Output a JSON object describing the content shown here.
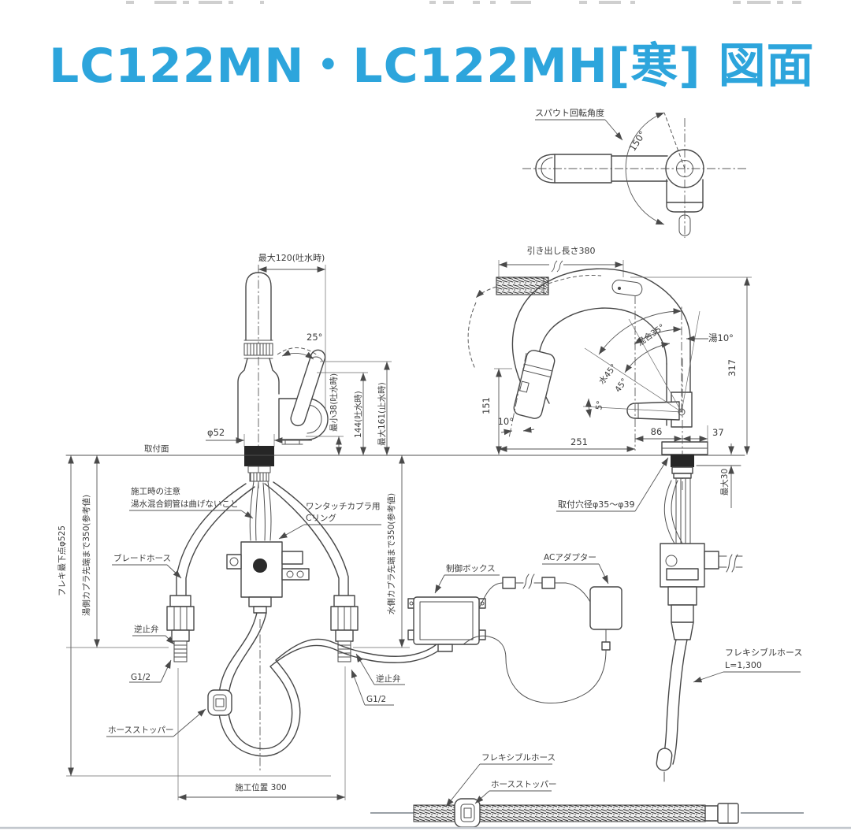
{
  "page": {
    "title": "LC122MN・LC122MH[寒] 図面",
    "accent_color": "#2da5dc",
    "background": "#ffffff"
  },
  "spout_rotation_view": {
    "label": "スパウト回転角度",
    "angle": "150°"
  },
  "front_view": {
    "max_reach": "最大120(吐水時)",
    "lever_angle": "25°",
    "min_clearance": "最小38(吐水時)",
    "spout_height": "144(吐水時)",
    "max_height": "最大161(止水時)",
    "base_diameter": "φ52",
    "mounting_surface": "取付面"
  },
  "side_view": {
    "pull_out_length": "引き出し長さ380",
    "hot_angle": "湯10°",
    "mix_angle": "混合35°",
    "cold_angle": "水45°",
    "swing_angle": "45°",
    "tilt_small": "5°",
    "head_tilt": "10°",
    "total_height": "317",
    "head_height": "151",
    "reach": "251",
    "body_offset": "86",
    "rear_clearance": "37",
    "mounting_hole": "取付穴径φ35〜φ39",
    "max_thickness": "最大30"
  },
  "installation_view": {
    "caution_title": "施工時の注意",
    "caution_text": "湯水混合銅管は曲げないこと",
    "coupler_ring_line1": "ワンタッチカプラ用",
    "coupler_ring_line2": "Cリング",
    "braided_hose": "ブレードホース",
    "check_valve_left": "逆止弁",
    "thread_left": "G1/2",
    "hose_stopper": "ホースストッパー",
    "check_valve_right": "逆止弁",
    "thread_right": "G1/2",
    "install_position": "施工位置 300",
    "flex_lowest_point": "フレキ最下点φ525",
    "hot_coupler_depth": "湯側カプラ先端まで350(参考値)",
    "cold_coupler_depth": "水側カプラ先端まで350(参考値)",
    "control_box": "制御ボックス",
    "ac_adapter": "ACアダプター",
    "flexible_hose_line1": "フレキシブルホース",
    "flexible_hose_line2": "L=1,300"
  },
  "hose_detail": {
    "flexible_hose": "フレキシブルホース",
    "hose_stopper": "ホースストッパー"
  }
}
